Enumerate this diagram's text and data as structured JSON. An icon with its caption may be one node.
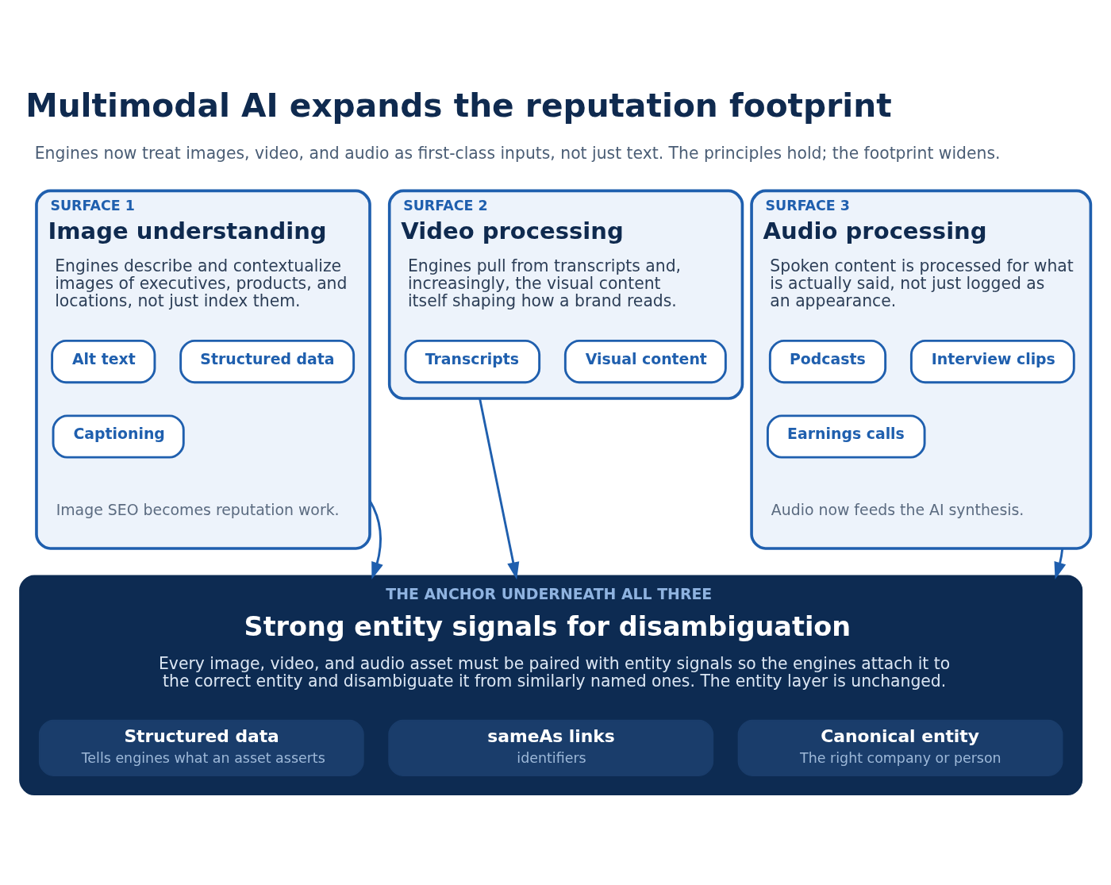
{
  "diagram": {
    "title": "Multimodal AI expands the reputation footprint",
    "caption": "Engines now treat images, video, and audio as first-class inputs, not just text. The principles hold; the footprint widens.",
    "nodes": [
      {
        "text": [
          "SURFACE 1",
          "Image understanding",
          "Engines describe and contextualize images of executives, products, and locations, not just index them.",
          "Image SEO becomes reputation work."
        ]
      },
      {
        "text": [
          "Alt text"
        ],
        "in": 0
      },
      {
        "text": [
          "Structured data"
        ],
        "in": 0
      },
      {
        "text": [
          "Captioning"
        ],
        "in": 0
      },
      {
        "text": [
          "SURFACE 2",
          "Video processing",
          "Engines pull from transcripts and, increasingly, the visual content itself shaping how a brand reads."
        ]
      },
      {
        "text": [
          "Transcripts"
        ],
        "in": 4
      },
      {
        "text": [
          "Visual content"
        ],
        "in": 4
      },
      {
        "text": [
          "SURFACE 3",
          "Audio processing",
          "Spoken content is processed for what is actually said, not just logged as an appearance.",
          "Audio now feeds the AI synthesis."
        ]
      },
      {
        "text": [
          "Podcasts"
        ],
        "in": 7
      },
      {
        "text": [
          "Interview clips"
        ],
        "in": 7
      },
      {
        "text": [
          "Earnings calls"
        ],
        "in": 7
      },
      {
        "text": [
          "THE ANCHOR UNDERNEATH ALL THREE",
          "Strong entity signals for disambiguation",
          "Every image, video, and audio asset must be paired with entity signals so the engines attach it to the correct entity and disambiguate it from similarly named ones. The entity layer is unchanged."
        ]
      },
      {
        "text": [
          "Structured data",
          "Tells engines what an asset asserts"
        ],
        "in": 11
      },
      {
        "text": [
          "sameAs links",
          "identifiers"
        ],
        "in": 11
      },
      {
        "text": [
          "Canonical entity",
          "The right company or person"
        ],
        "in": 11
      }
    ],
    "edges": [
      {
        "from": 0,
        "to": 11,
        "arrow": "to"
      },
      {
        "from": 4,
        "to": 11,
        "arrow": "to"
      },
      {
        "from": 7,
        "to": 11,
        "arrow": "to"
      }
    ]
  }
}
